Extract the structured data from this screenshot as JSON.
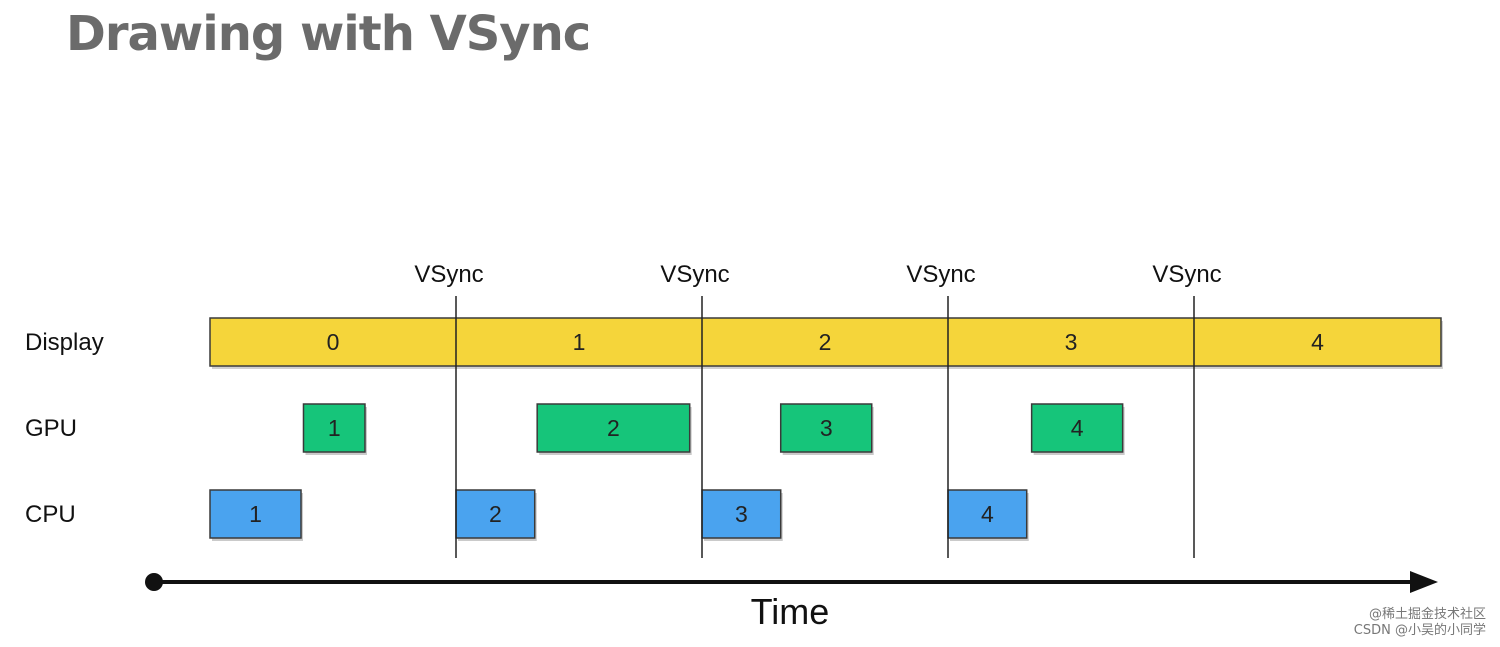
{
  "title": "Drawing with VSync",
  "colors": {
    "display": "#f5d53a",
    "gpu": "#16c57a",
    "cpu": "#4aa3ef",
    "border": "#3a3a3a",
    "line": "#111111"
  },
  "vsync_label": "VSync",
  "vsync_count": 4,
  "rows": [
    {
      "id": "display",
      "label": "Display"
    },
    {
      "id": "gpu",
      "label": "GPU"
    },
    {
      "id": "cpu",
      "label": "CPU"
    }
  ],
  "display_frames": [
    "0",
    "1",
    "2",
    "3",
    "4"
  ],
  "gpu_frames": [
    {
      "label": "1",
      "start": 0.38,
      "end": 0.63
    },
    {
      "label": "2",
      "start": 1.33,
      "end": 1.95
    },
    {
      "label": "3",
      "start": 2.32,
      "end": 2.69
    },
    {
      "label": "4",
      "start": 3.34,
      "end": 3.71
    }
  ],
  "cpu_frames": [
    {
      "label": "1",
      "start": 0.0,
      "end": 0.37
    },
    {
      "label": "2",
      "start": 1.0,
      "end": 1.32
    },
    {
      "label": "3",
      "start": 2.0,
      "end": 2.32
    },
    {
      "label": "4",
      "start": 3.0,
      "end": 3.32
    }
  ],
  "axis_label": "Time",
  "watermark": {
    "line1": "@稀土掘金技术社区",
    "line2": "CSDN @小吴的小同学"
  }
}
